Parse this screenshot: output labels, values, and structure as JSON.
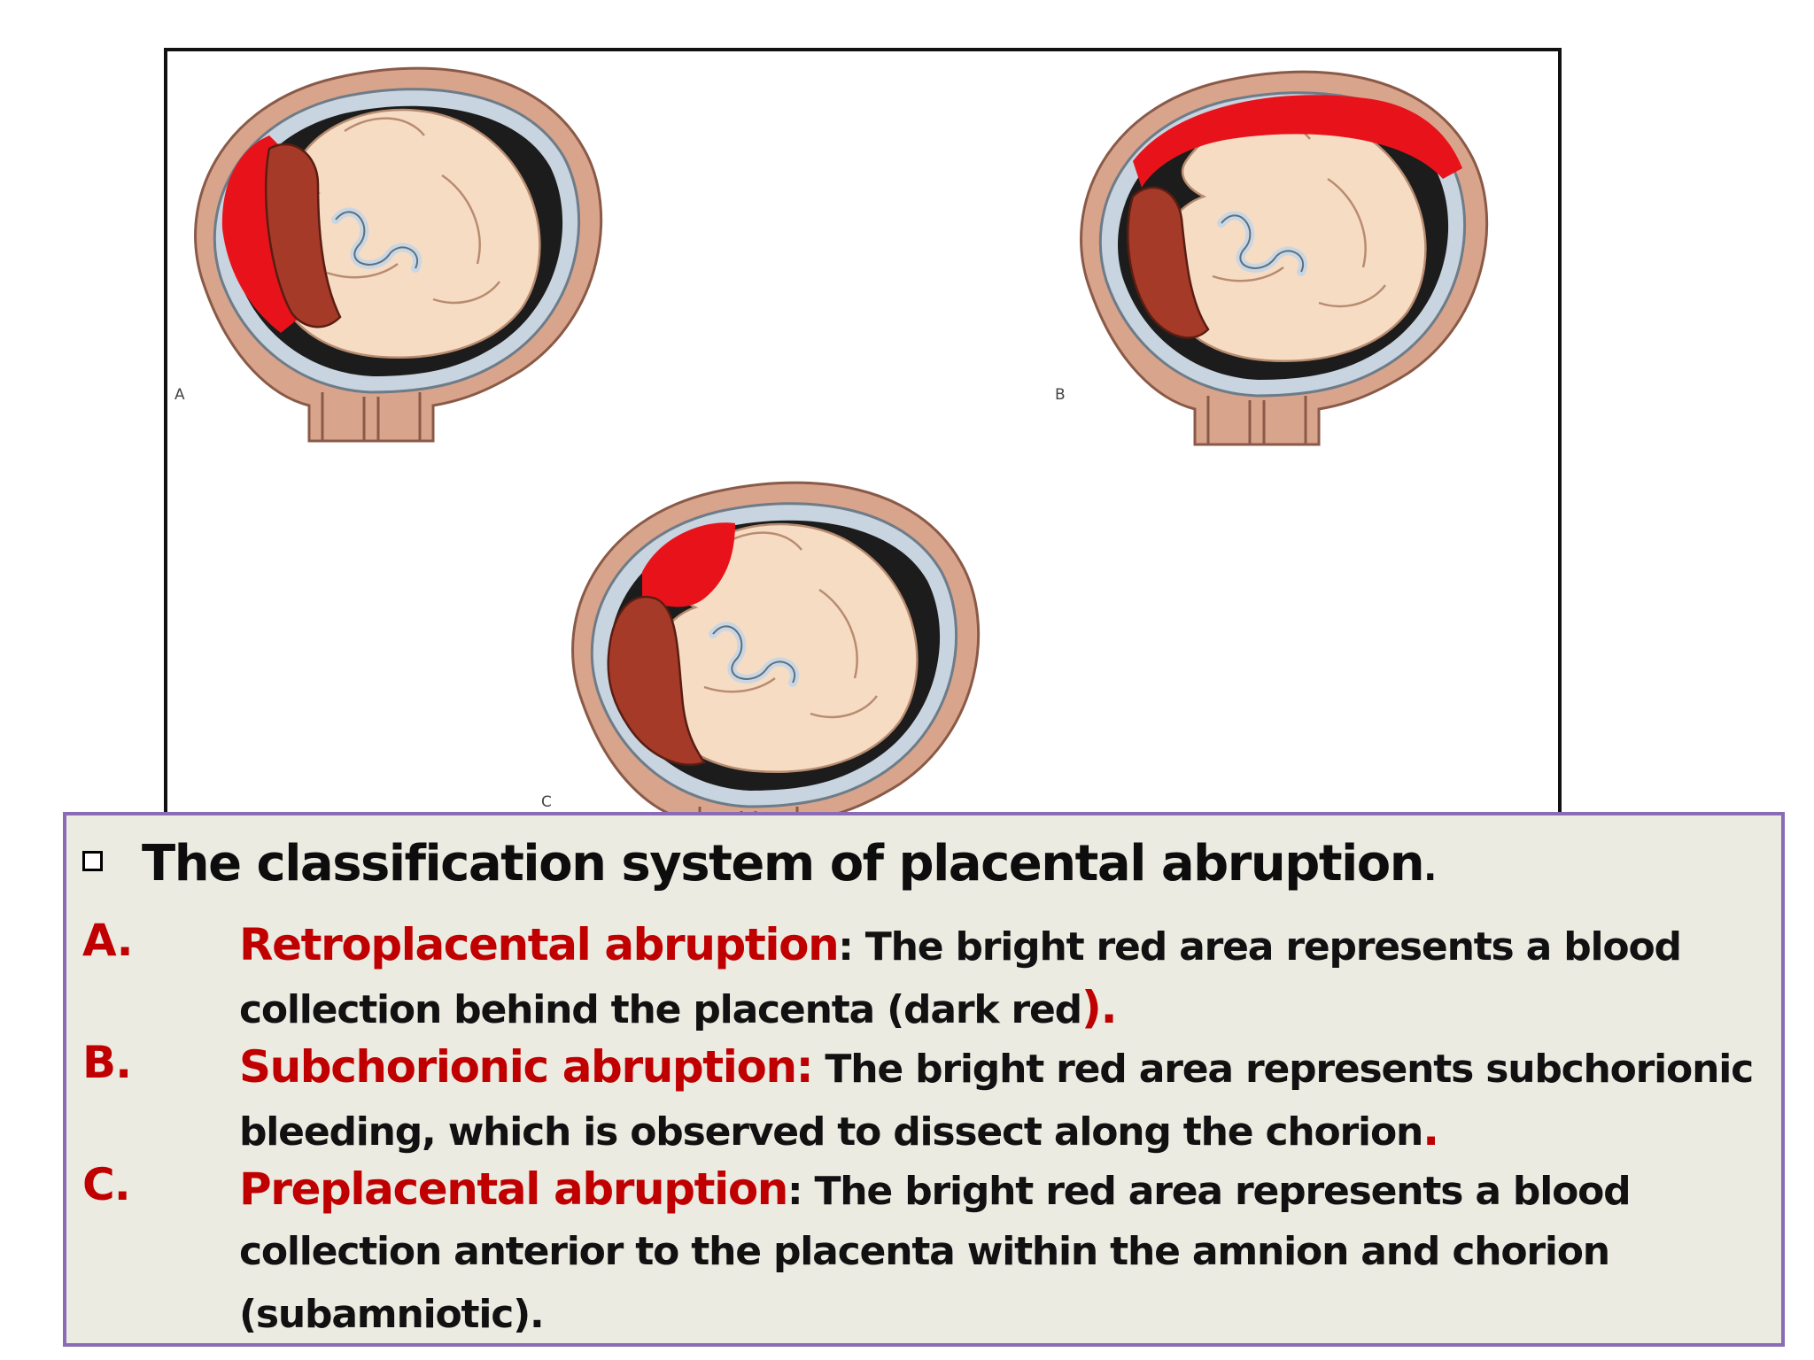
{
  "figure": {
    "panel_labels": [
      "A",
      "B",
      "C"
    ],
    "colors": {
      "blood": "#e8121b",
      "placenta": "#a63a28",
      "fetus_skin": "#f7dcc4",
      "uterine_wall": "#d9a48c",
      "amniotic_dark": "#1c1c1c",
      "cord": "#c9d6e3"
    }
  },
  "heading": {
    "bullet_icon": "hollow-square-bullet",
    "text": "The classification system of placental abruption",
    "period": "."
  },
  "items": [
    {
      "letter": "A.",
      "term": "Retroplacental abruption",
      "description": ": The bright red area represents a blood collection behind the placenta (dark red",
      "tail": ")."
    },
    {
      "letter": "B.",
      "term": "Subchorionic abruption:",
      "description": " The bright red area represents subchorionic bleeding, which is observed to dissect along the chorion",
      "tail": "."
    },
    {
      "letter": "C.",
      "term": "Preplacental abruption",
      "description": ": The bright red area represents a blood collection anterior to the placenta within the amnion and chorion (subamniotic).",
      "tail": ""
    }
  ],
  "colors": {
    "accent_red": "#c00000",
    "box_background": "#ecebe2",
    "box_border": "#8a6bb5"
  }
}
